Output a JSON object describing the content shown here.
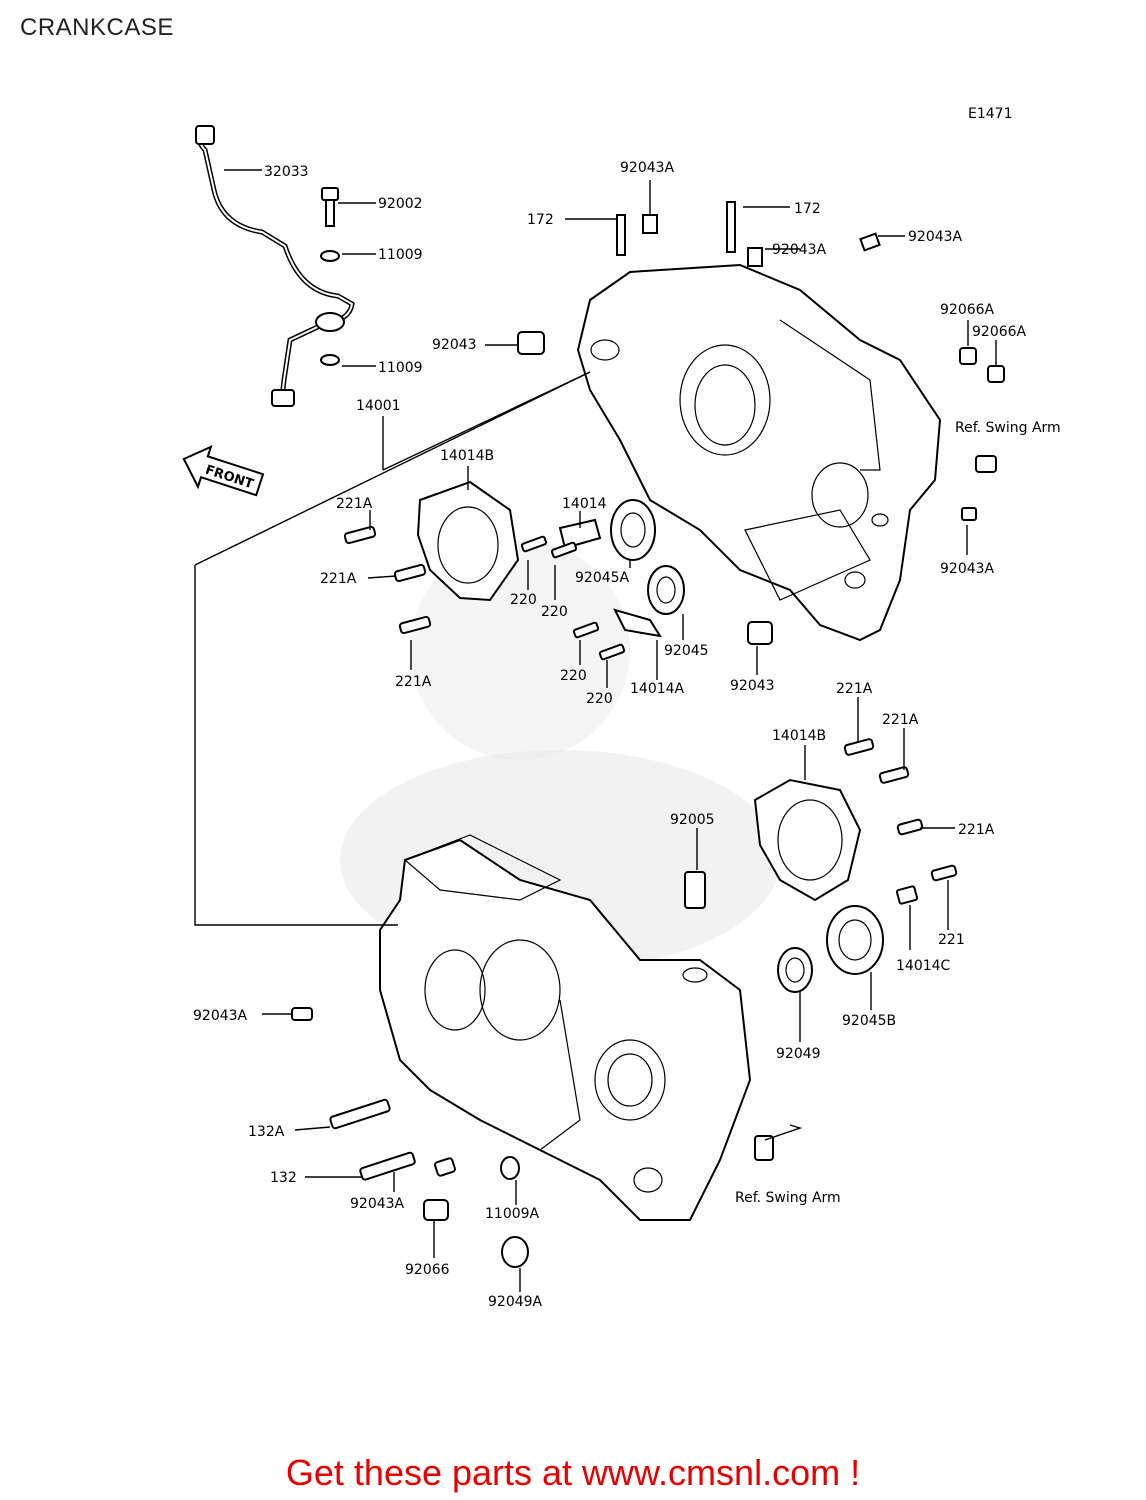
{
  "title": "CRANKCASE",
  "diagram_code": "E1471",
  "front_label": "FRONT",
  "footer": "Get these parts at www.cmsnl.com !",
  "callouts": {
    "p32033": "32033",
    "p92002": "92002",
    "p11009a": "11009",
    "p11009b": "11009",
    "p14001": "14001",
    "p14014b_top": "14014B",
    "p221a_1": "221A",
    "p221a_2": "221A",
    "p221a_3": "221A",
    "p14014": "14014",
    "p220_1": "220",
    "p220_2": "220",
    "p220_3": "220",
    "p220_4": "220",
    "p92045a": "92045A",
    "p92045": "92045",
    "p14014a": "14014A",
    "p92043_top": "92043",
    "p92043_mid": "92043",
    "p92043a_1": "92043A",
    "p92043a_2": "92043A",
    "p92043a_3": "92043A",
    "p92043a_4": "92043A",
    "p172_1": "172",
    "p172_2": "172",
    "p92066a_1": "92066A",
    "p92066a_2": "92066A",
    "ref_swing_arm_1": "Ref. Swing Arm",
    "p221a_4": "221A",
    "p221a_5": "221A",
    "p221a_6": "221A",
    "p14014b_low": "14014B",
    "p92005": "92005",
    "p221": "221",
    "p14014c": "14014C",
    "p92045b": "92045B",
    "p92049": "92049",
    "p92043a_low": "92043A",
    "p132a": "132A",
    "p132": "132",
    "p92043a_low2": "92043A",
    "p11009a_low": "11009A",
    "p92066": "92066",
    "p92049a": "92049A",
    "ref_swing_arm_2": "Ref. Swing Arm"
  }
}
